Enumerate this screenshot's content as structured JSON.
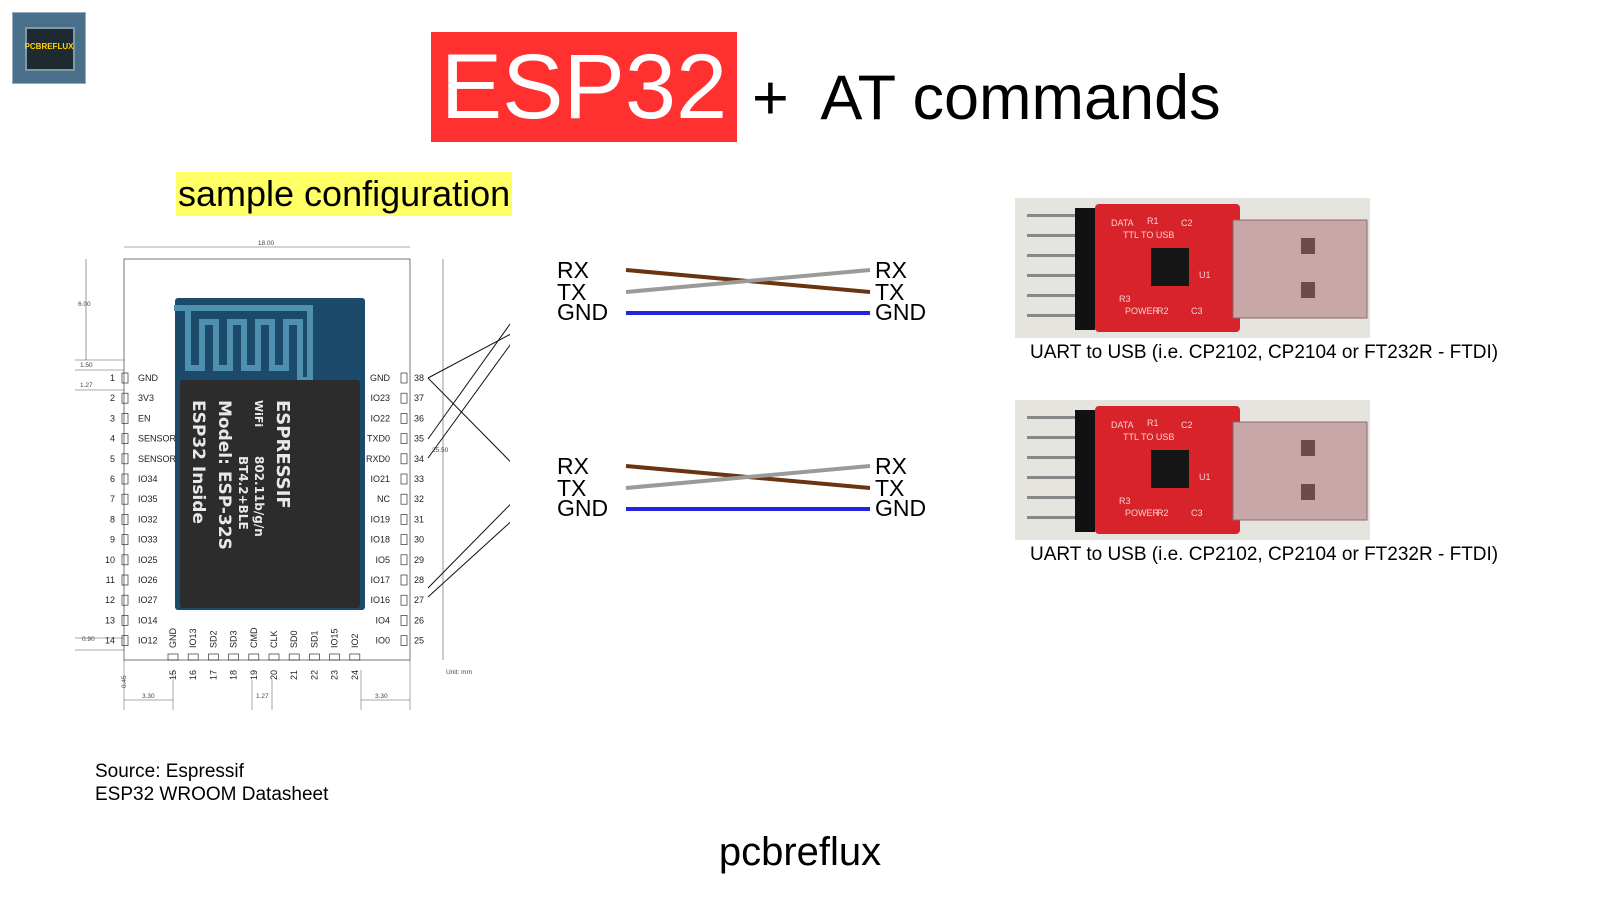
{
  "logo": {
    "text": "PCBREFLUX"
  },
  "title": {
    "highlight": "ESP32",
    "rest": "+  AT commands"
  },
  "sample_config": "sample configuration",
  "datasheet": {
    "left_pins": [
      {
        "num": "1",
        "name": "GND"
      },
      {
        "num": "2",
        "name": "3V3"
      },
      {
        "num": "3",
        "name": "EN"
      },
      {
        "num": "4",
        "name": "SENSOR"
      },
      {
        "num": "5",
        "name": "SENSOR"
      },
      {
        "num": "6",
        "name": "IO34"
      },
      {
        "num": "7",
        "name": "IO35"
      },
      {
        "num": "8",
        "name": "IO32"
      },
      {
        "num": "9",
        "name": "IO33"
      },
      {
        "num": "10",
        "name": "IO25"
      },
      {
        "num": "11",
        "name": "IO26"
      },
      {
        "num": "12",
        "name": "IO27"
      },
      {
        "num": "13",
        "name": "IO14"
      },
      {
        "num": "14",
        "name": "IO12"
      }
    ],
    "right_pins": [
      {
        "num": "38",
        "name": "GND"
      },
      {
        "num": "37",
        "name": "IO23"
      },
      {
        "num": "36",
        "name": "IO22"
      },
      {
        "num": "35",
        "name": "TXD0"
      },
      {
        "num": "34",
        "name": "RXD0"
      },
      {
        "num": "33",
        "name": "IO21"
      },
      {
        "num": "32",
        "name": "NC"
      },
      {
        "num": "31",
        "name": "IO19"
      },
      {
        "num": "30",
        "name": "IO18"
      },
      {
        "num": "29",
        "name": "IO5"
      },
      {
        "num": "28",
        "name": "IO17"
      },
      {
        "num": "27",
        "name": "IO16"
      },
      {
        "num": "26",
        "name": "IO4"
      },
      {
        "num": "25",
        "name": "IO0"
      }
    ],
    "bottom_pins": [
      {
        "num": "15",
        "name": "GND"
      },
      {
        "num": "16",
        "name": "IO13"
      },
      {
        "num": "17",
        "name": "SD2"
      },
      {
        "num": "18",
        "name": "SD3"
      },
      {
        "num": "19",
        "name": "CMD"
      },
      {
        "num": "20",
        "name": "CLK"
      },
      {
        "num": "21",
        "name": "SD0"
      },
      {
        "num": "22",
        "name": "SD1"
      },
      {
        "num": "23",
        "name": "IO15"
      },
      {
        "num": "24",
        "name": "IO2"
      }
    ],
    "dims": {
      "width": "18.00",
      "top": "6.00",
      "gap": "1.50",
      "pitch": "1.27",
      "height": "25.50",
      "pad": "0.90",
      "bottom": "0.45",
      "left_margin": "3.30",
      "bottom_pitch": "1.27",
      "right_margin": "3.30",
      "unit": "Unit: mm"
    },
    "chip": {
      "brand": "ESPRESSIF",
      "line1": "802.11b/g/n",
      "line2": "BT4.2+BLE",
      "model": "Model: ESP-32S",
      "esp": "ESP32 Inside",
      "wifi": "WiFi"
    }
  },
  "source": {
    "line1": "Source: Espressif",
    "line2": "ESP32 WROOM Datasheet"
  },
  "wiring": {
    "connections": [
      {
        "left": [
          "RX",
          "TX",
          "GND"
        ],
        "right": [
          "RX",
          "TX",
          "GND"
        ]
      },
      {
        "left": [
          "RX",
          "TX",
          "GND"
        ],
        "right": [
          "RX",
          "TX",
          "GND"
        ]
      }
    ],
    "colors": {
      "rx_tx_wire": "#6b3410",
      "tx_rx_wire": "#9a9a9a",
      "gnd_wire": "#2323e0"
    }
  },
  "adapters": [
    {
      "caption": "UART to USB (i.e. CP2102, CP2104 or FT232R - FTDI)",
      "silkscreen": [
        "DATA",
        "R1",
        "C2",
        "TTL TO USB",
        "R3",
        "POWER",
        "R2",
        "C3",
        "U1"
      ]
    },
    {
      "caption": "UART to USB (i.e. CP2102, CP2104 or FT232R - FTDI)",
      "silkscreen": [
        "DATA",
        "R1",
        "C2",
        "TTL TO USB",
        "R3",
        "POWER",
        "R2",
        "C3",
        "U1"
      ]
    }
  ],
  "footer": "pcbreflux",
  "colors": {
    "title_red": "#ff3030",
    "highlight_yellow": "#ffff66",
    "pcb_red": "#d8232a",
    "chip_blue": "#1b4a6a"
  }
}
